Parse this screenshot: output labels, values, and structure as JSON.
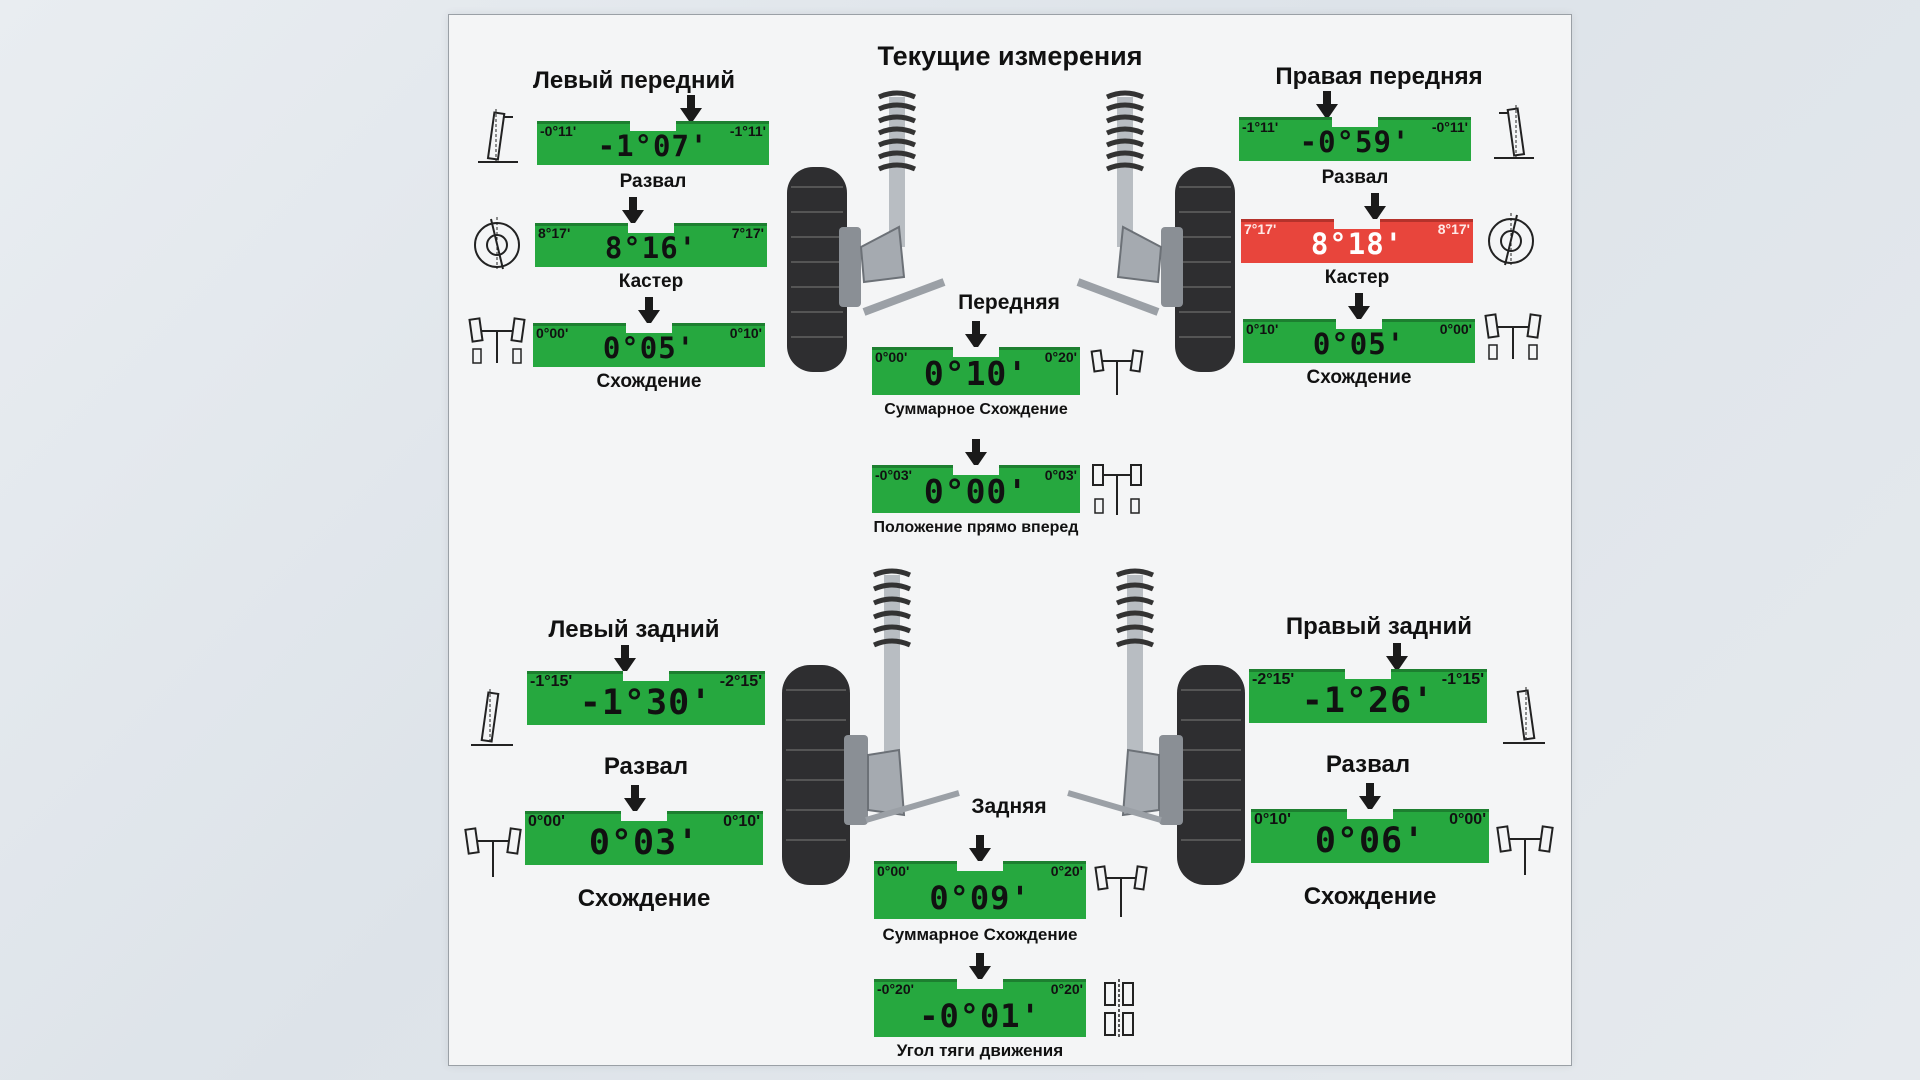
{
  "title": "Текущие измерения",
  "front": {
    "left_label": "Левый передний",
    "right_label": "Правая передняя",
    "center_label": "Передняя",
    "left": {
      "camber": {
        "min": "-0°11'",
        "max": "-1°11'",
        "value": "-1°07'",
        "caption": "Развал"
      },
      "caster": {
        "min": "8°17'",
        "max": "7°17'",
        "value": "8°16'",
        "caption": "Кастер"
      },
      "toe": {
        "min": "0°00'",
        "max": "0°10'",
        "value": "0°05'",
        "caption": "Схождение"
      }
    },
    "right": {
      "camber": {
        "min": "-1°11'",
        "max": "-0°11'",
        "value": "-0°59'",
        "caption": "Развал"
      },
      "caster": {
        "min": "7°17'",
        "max": "8°17'",
        "value": "8°18'",
        "caption": "Кастер"
      },
      "toe": {
        "min": "0°10'",
        "max": "0°00'",
        "value": "0°05'",
        "caption": "Схождение"
      }
    },
    "total_toe": {
      "min": "0°00'",
      "max": "0°20'",
      "value": "0°10'",
      "caption": "Суммарное Схождение"
    },
    "straight": {
      "min": "-0°03'",
      "max": "0°03'",
      "value": "0°00'",
      "caption": "Положение прямо вперед"
    }
  },
  "rear": {
    "left_label": "Левый задний",
    "right_label": "Правый задний",
    "center_label": "Задняя",
    "left": {
      "camber": {
        "min": "-1°15'",
        "max": "-2°15'",
        "value": "-1°30'",
        "caption": "Развал"
      },
      "toe": {
        "min": "0°00'",
        "max": "0°10'",
        "value": "0°03'",
        "caption": "Схождение"
      }
    },
    "right": {
      "camber": {
        "min": "-2°15'",
        "max": "-1°15'",
        "value": "-1°26'",
        "caption": "Развал"
      },
      "toe": {
        "min": "0°10'",
        "max": "0°00'",
        "value": "0°06'",
        "caption": "Схождение"
      }
    },
    "total_toe": {
      "min": "0°00'",
      "max": "0°20'",
      "value": "0°09'",
      "caption": "Суммарное Схождение"
    },
    "thrust_angle": {
      "min": "-0°20'",
      "max": "0°20'",
      "value": "-0°01'",
      "caption": "Угол тяги движения"
    }
  },
  "colors": {
    "in_tolerance": "#26a83f",
    "out_of_tolerance": "#e8453c"
  },
  "icons": {
    "camber": "camber-diagram-icon",
    "caster": "caster-diagram-icon",
    "toe": "toe-diagram-icon",
    "total_toe": "total-toe-diagram-icon",
    "straight": "steering-straight-icon",
    "thrust": "thrust-angle-icon",
    "suspension": "strut-wheel-assembly"
  }
}
